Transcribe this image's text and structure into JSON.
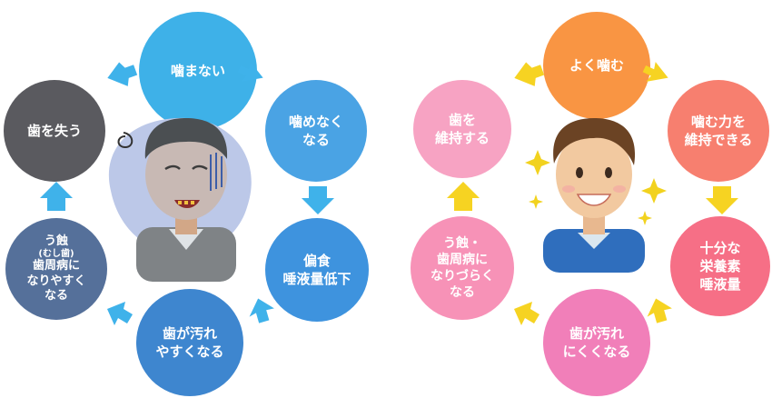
{
  "left_cycle": {
    "nodes": [
      {
        "lines": [
          "噛まない"
        ],
        "color": "#3eb1e8"
      },
      {
        "lines": [
          "噛めなく",
          "なる"
        ],
        "color": "#4aa3e4"
      },
      {
        "lines": [
          "偏食",
          "唾液量低下"
        ],
        "color": "#3e93de"
      },
      {
        "lines": [
          "歯が汚れ",
          "やすくなる"
        ],
        "color": "#3e86cf"
      },
      {
        "lines": [
          "う蝕",
          "(むし歯)",
          "歯周病に",
          "なりやすく",
          "なる"
        ],
        "color": "#55709a"
      },
      {
        "lines": [
          "歯を失う"
        ],
        "color": "#5a5a5f"
      }
    ],
    "arrow_color": "#3fb2ea"
  },
  "right_cycle": {
    "nodes": [
      {
        "lines": [
          "よく噛む"
        ],
        "color": "#f99543"
      },
      {
        "lines": [
          "噛む力を",
          "維持できる"
        ],
        "color": "#f77f6f"
      },
      {
        "lines": [
          "十分な",
          "栄養素",
          "唾液量"
        ],
        "color": "#f66f86"
      },
      {
        "lines": [
          "歯が汚れ",
          "にくくなる"
        ],
        "color": "#f17fb9"
      },
      {
        "lines": [
          "う蝕・",
          "歯周病に",
          "なりづらく",
          "なる"
        ],
        "color": "#f792b7"
      },
      {
        "lines": [
          "歯を",
          "維持する"
        ],
        "color": "#f7a3c3"
      }
    ],
    "arrow_color": "#f6d322"
  }
}
